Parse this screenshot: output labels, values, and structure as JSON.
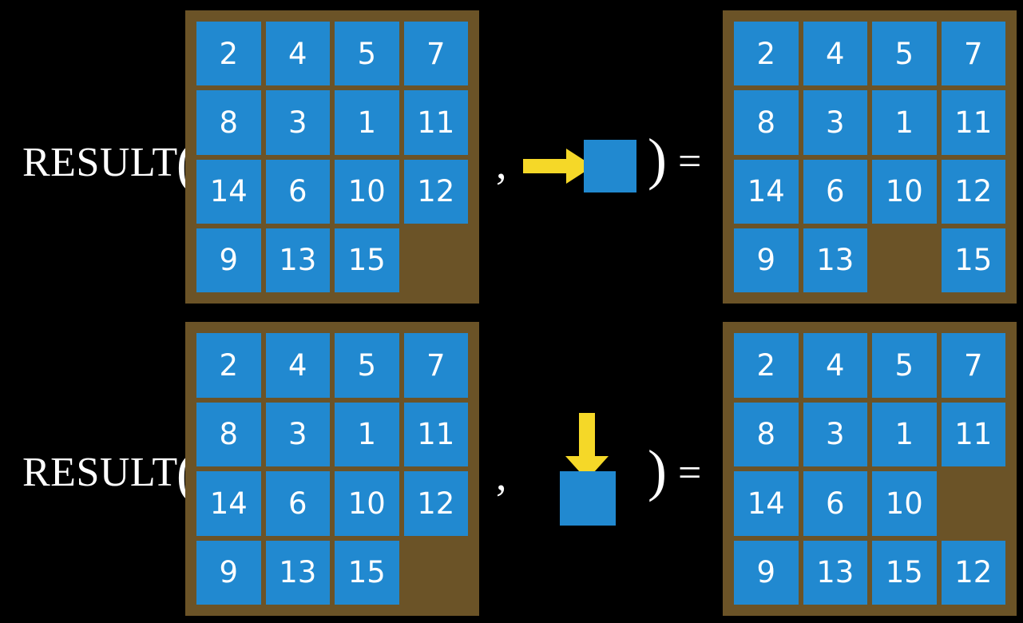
{
  "page": {
    "background_color": "#000000",
    "tile_color": "#2189D0",
    "board_color": "#6B5327",
    "arrow_color": "#F5D828",
    "text_color": "#FFFFFF"
  },
  "rows": [
    {
      "id": "result-row-move-right",
      "label": "RESULT",
      "open_paren": "(",
      "comma": ",",
      "close_paren": ")",
      "equals": "=",
      "action": {
        "arrow_direction": "right",
        "arrow_icon": "arrow-right-icon",
        "tile_label": ""
      },
      "input_grid": {
        "rows": 4,
        "cols": 4,
        "cells": [
          [
            "2",
            "4",
            "5",
            "7"
          ],
          [
            "8",
            "3",
            "1",
            "11"
          ],
          [
            "14",
            "6",
            "10",
            "12"
          ],
          [
            "9",
            "13",
            "15",
            ""
          ]
        ]
      },
      "output_grid": {
        "rows": 4,
        "cols": 4,
        "cells": [
          [
            "2",
            "4",
            "5",
            "7"
          ],
          [
            "8",
            "3",
            "1",
            "11"
          ],
          [
            "14",
            "6",
            "10",
            "12"
          ],
          [
            "9",
            "13",
            "",
            "15"
          ]
        ]
      }
    },
    {
      "id": "result-row-move-down",
      "label": "RESULT",
      "open_paren": "(",
      "comma": ",",
      "close_paren": ")",
      "equals": "=",
      "action": {
        "arrow_direction": "down",
        "arrow_icon": "arrow-down-icon",
        "tile_label": ""
      },
      "input_grid": {
        "rows": 4,
        "cols": 4,
        "cells": [
          [
            "2",
            "4",
            "5",
            "7"
          ],
          [
            "8",
            "3",
            "1",
            "11"
          ],
          [
            "14",
            "6",
            "10",
            "12"
          ],
          [
            "9",
            "13",
            "15",
            ""
          ]
        ]
      },
      "output_grid": {
        "rows": 4,
        "cols": 4,
        "cells": [
          [
            "2",
            "4",
            "5",
            "7"
          ],
          [
            "8",
            "3",
            "1",
            "11"
          ],
          [
            "14",
            "6",
            "10",
            ""
          ],
          [
            "9",
            "13",
            "15",
            "12"
          ]
        ]
      }
    }
  ]
}
